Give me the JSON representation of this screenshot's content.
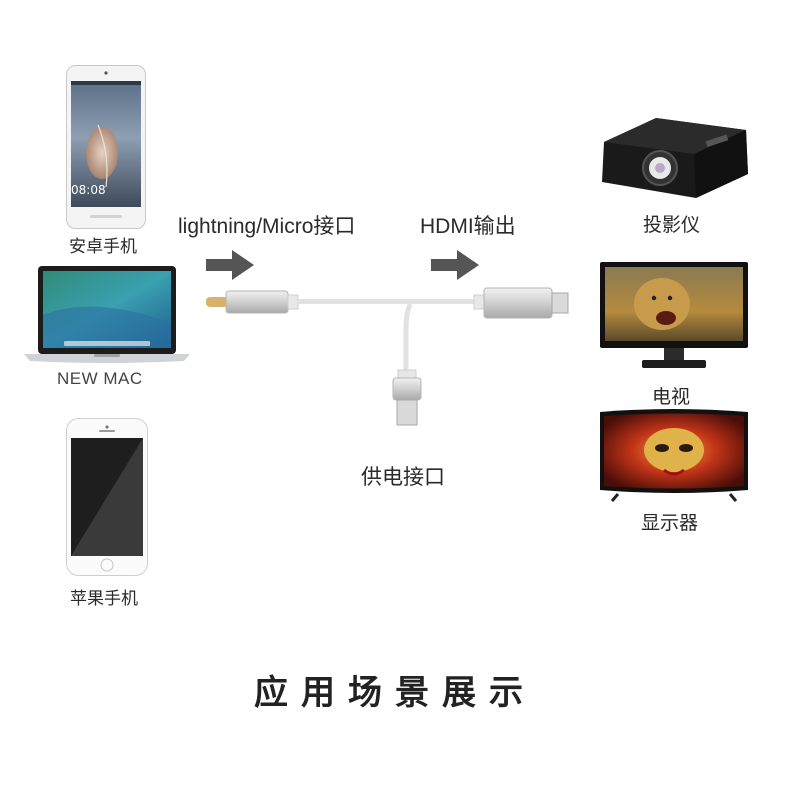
{
  "devices_left": {
    "android_label": "安卓手机",
    "android_clock": "08:08",
    "mac_label": "NEW MAC",
    "iphone_label": "苹果手机"
  },
  "connectors": {
    "input_label": "lightning/Micro接口",
    "output_label": "HDMI输出",
    "power_label": "供电接口"
  },
  "devices_right": {
    "projector_label": "投影仪",
    "tv_label": "电视",
    "monitor_label": "显示器"
  },
  "page_title": "应用场景展示",
  "colors": {
    "arrow": "#555555",
    "cable": "#e2e2e2",
    "plug_silver": "#cfcfcf"
  }
}
